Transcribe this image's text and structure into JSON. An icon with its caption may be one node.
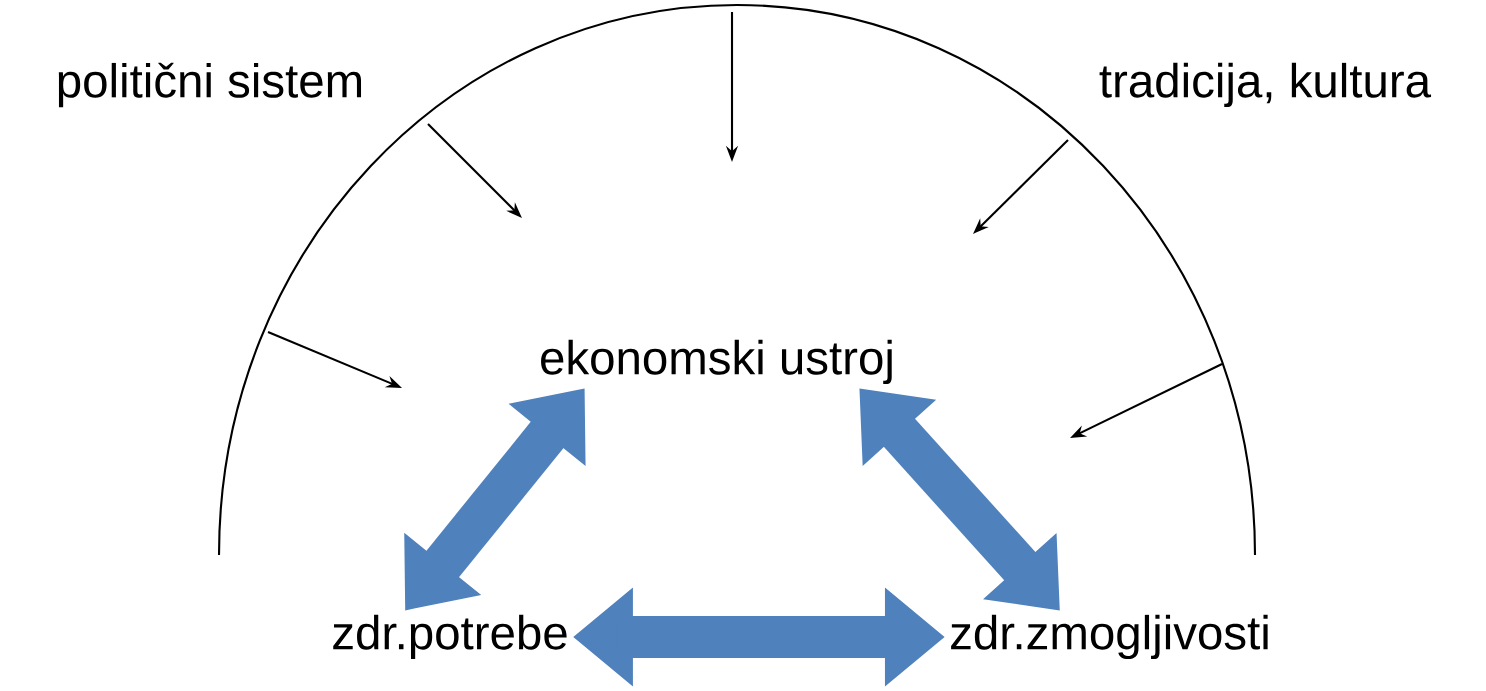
{
  "diagram": {
    "nodes": [
      {
        "text": [
          "politični sistem"
        ]
      },
      {
        "text": [
          "tradicija, kultura"
        ]
      },
      {
        "text": [
          "ekonomski ustroj"
        ]
      },
      {
        "text": [
          "zdr.potrebe"
        ]
      },
      {
        "text": [
          "zdr.zmogljivosti"
        ]
      }
    ],
    "edges": [
      {
        "from": 3,
        "to": 2,
        "arrow": "both"
      },
      {
        "from": 2,
        "to": 4,
        "arrow": "both"
      },
      {
        "from": 3,
        "to": 4,
        "arrow": "both"
      }
    ]
  }
}
